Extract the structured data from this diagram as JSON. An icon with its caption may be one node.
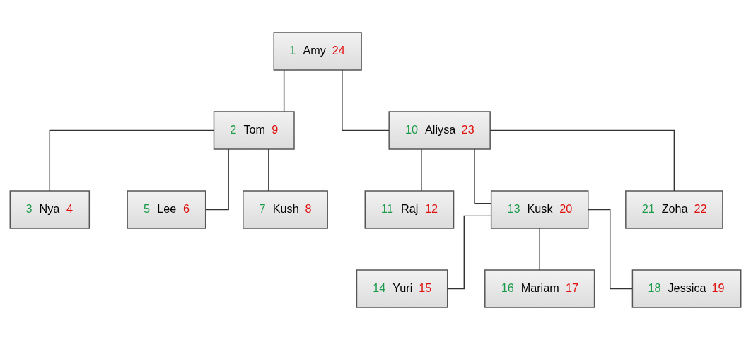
{
  "diagram": {
    "nodes": [
      {
        "text": [
          "1",
          "Amy",
          "24"
        ]
      },
      {
        "text": [
          "2",
          "Tom",
          "9"
        ]
      },
      {
        "text": [
          "10",
          "Aliysa",
          "23"
        ]
      },
      {
        "text": [
          "3",
          "Nya",
          "4"
        ]
      },
      {
        "text": [
          "5",
          "Lee",
          "6"
        ]
      },
      {
        "text": [
          "7",
          "Kush",
          "8"
        ]
      },
      {
        "text": [
          "11",
          "Raj",
          "12"
        ]
      },
      {
        "text": [
          "13",
          "Kusk",
          "20"
        ]
      },
      {
        "text": [
          "21",
          "Zoha",
          "22"
        ]
      },
      {
        "text": [
          "14",
          "Yuri",
          "15"
        ]
      },
      {
        "text": [
          "16",
          "Mariam",
          "17"
        ]
      },
      {
        "text": [
          "18",
          "Jessica",
          "19"
        ]
      }
    ],
    "edges": [
      {
        "from": 0,
        "to": 1,
        "arrow": "none"
      },
      {
        "from": 0,
        "to": 2,
        "arrow": "none"
      },
      {
        "from": 1,
        "to": 3,
        "arrow": "none"
      },
      {
        "from": 1,
        "to": 4,
        "arrow": "none"
      },
      {
        "from": 1,
        "to": 5,
        "arrow": "none"
      },
      {
        "from": 2,
        "to": 6,
        "arrow": "none"
      },
      {
        "from": 2,
        "to": 7,
        "arrow": "none"
      },
      {
        "from": 2,
        "to": 8,
        "arrow": "none"
      },
      {
        "from": 7,
        "to": 9,
        "arrow": "none"
      },
      {
        "from": 7,
        "to": 10,
        "arrow": "none"
      },
      {
        "from": 7,
        "to": 11,
        "arrow": "none"
      }
    ]
  }
}
